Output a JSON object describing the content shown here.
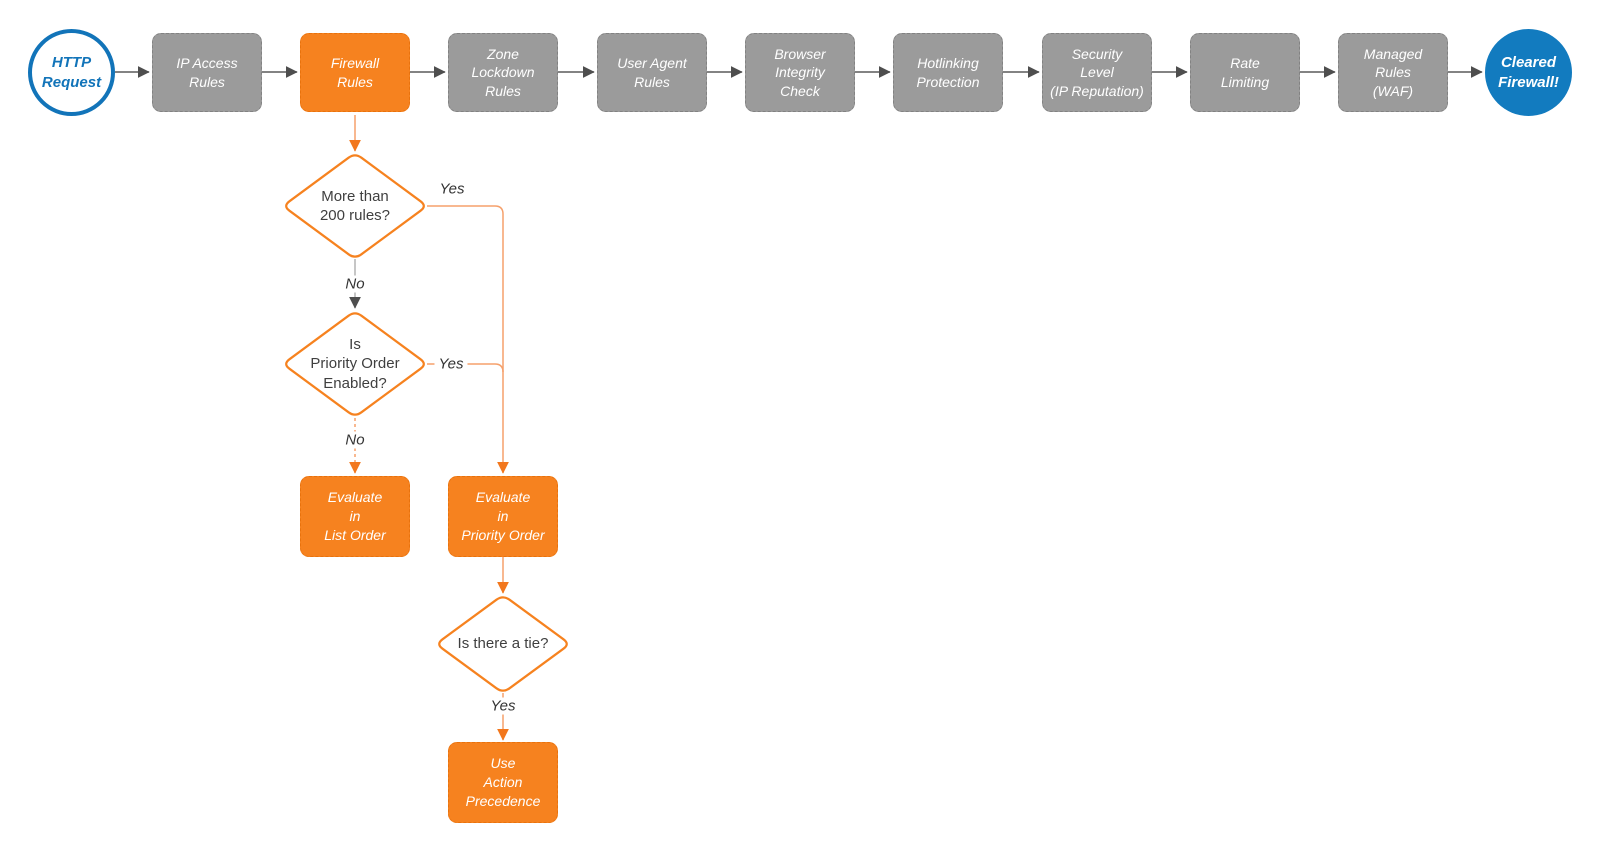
{
  "flow": {
    "start": {
      "label": "HTTP\nRequest"
    },
    "end": {
      "label": "Cleared\nFirewall!"
    },
    "stages": [
      {
        "label": "IP Access\nRules"
      },
      {
        "label": "Firewall\nRules"
      },
      {
        "label": "Zone\nLockdown\nRules"
      },
      {
        "label": "User Agent\nRules"
      },
      {
        "label": "Browser\nIntegrity\nCheck"
      },
      {
        "label": "Hotlinking\nProtection"
      },
      {
        "label": "Security\nLevel\n(IP Reputation)"
      },
      {
        "label": "Rate\nLimiting"
      },
      {
        "label": "Managed\nRules\n(WAF)"
      }
    ],
    "decisions": [
      {
        "label": "More than\n200 rules?"
      },
      {
        "label": "Is\nPriority Order\nEnabled?"
      },
      {
        "label": "Is there a tie?"
      }
    ],
    "actions": [
      {
        "label": "Evaluate\nin\nList Order"
      },
      {
        "label": "Evaluate\nin\nPriority Order"
      },
      {
        "label": "Use\nAction\nPrecedence"
      }
    ],
    "edges": {
      "yes1": "Yes",
      "no1": "No",
      "yes2": "Yes",
      "no2": "No",
      "yes3": "Yes"
    }
  },
  "colors": {
    "orange": "#F6821F",
    "orange_connector": "#F5A06B",
    "orange_arrowhead": "#F2771D",
    "gray_node": "#9B9B9B",
    "gray_connector": "#5A5A5A",
    "blue": "#1274B9",
    "blue_fill": "#127BBF",
    "text_dark": "#3F3F3F",
    "background": "#FFFFFF"
  }
}
